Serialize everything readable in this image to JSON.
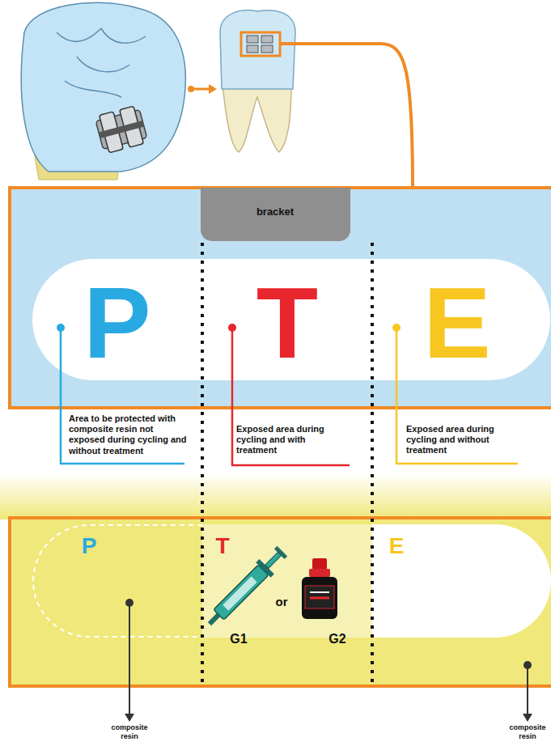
{
  "diagram": {
    "nodes": [
      {
        "text": [
          "bracket"
        ]
      },
      {
        "text": [
          "P",
          "T",
          "E"
        ]
      },
      {
        "text": [
          "P",
          "E"
        ]
      },
      {
        "text": [
          "T",
          "or",
          "G1",
          "G2"
        ],
        "in": 2
      }
    ],
    "labels": [
      "Area to be protected with composite resin not exposed during cycling and without treatment",
      "Exposed area during cycling and with treatment",
      "Exposed area during cycling and without treatment",
      "composite resin",
      "composite resin"
    ]
  }
}
